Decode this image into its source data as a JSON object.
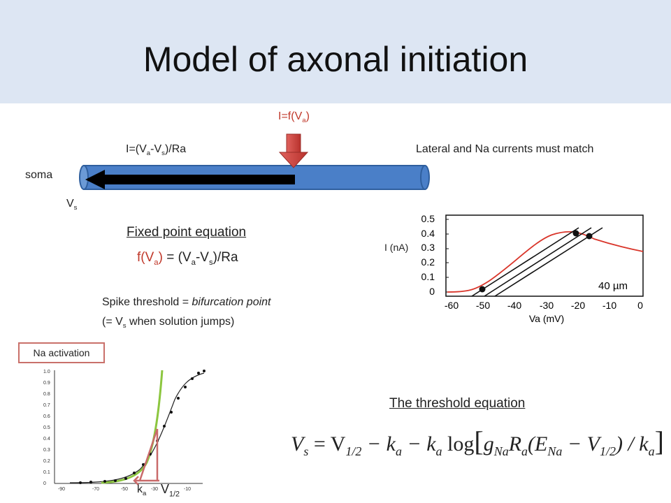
{
  "slide": {
    "title": "Model of axonal initiation"
  },
  "axon_diagram": {
    "na_current_label": "I=f(V",
    "na_current_sub": "a",
    "na_current_end": ")",
    "lateral_current_label_1": "I=(V",
    "lateral_current_sub_1": "a",
    "lateral_current_label_2": "-V",
    "lateral_current_sub_2": "s",
    "lateral_current_label_3": ")/Ra",
    "soma_label": "soma",
    "vs_label": "V",
    "vs_sub": "s",
    "match_text": "Lateral and Na currents must match"
  },
  "fixed_point": {
    "heading": "Fixed point equation",
    "eq_1": "f(V",
    "eq_sub_1": "a",
    "eq_2": ")",
    "eq_3": " = (V",
    "eq_sub_2": "a",
    "eq_4": "-V",
    "eq_sub_3": "s",
    "eq_5": ")/Ra"
  },
  "spike_threshold": {
    "line1_a": "Spike threshold = ",
    "line1_b": "bifurcation point",
    "line2_a": "(= V",
    "line2_sub": "s",
    "line2_b": " when solution jumps)"
  },
  "iv_plot": {
    "ylabel": "I (nA)",
    "xlabel": "Va (mV)",
    "annotation": "40 µm",
    "yticks": [
      "0.5",
      "0.4",
      "0.3",
      "0.2",
      "0.1",
      "0"
    ],
    "xticks": [
      "-60",
      "-50",
      "-40",
      "-30",
      "-20",
      "-10",
      "0"
    ],
    "colors": {
      "curve": "#d9352a",
      "lines": "#111111"
    }
  },
  "na_activation": {
    "box_label": "Na activation",
    "yticks": [
      "1.0",
      "0.9",
      "0.8",
      "0.7",
      "0.6",
      "0.5",
      "0.4",
      "0.3",
      "0.2",
      "0.1",
      "0"
    ],
    "xticks": [
      "-90",
      "-70",
      "-50",
      "-30",
      "-10"
    ],
    "ka_label": "k",
    "ka_sub": "a",
    "vhalf_label": "V",
    "vhalf_sub": "1/2",
    "colors": {
      "fit": "#8cc63f",
      "marker": "#c96a6a"
    }
  },
  "threshold_equation": {
    "heading": "The threshold equation",
    "lhs": "V",
    "lhs_sub": "s",
    "rhs_1": " = V",
    "rhs_sub_1": "1/2",
    "rhs_2": " − k",
    "rhs_sub_2": "a",
    "rhs_3": " − k",
    "rhs_sub_3": "a",
    "rhs_4": " log",
    "rhs_5": "g",
    "rhs_sub_5": "Na",
    "rhs_6": "R",
    "rhs_sub_6": "a",
    "rhs_7": "(E",
    "rhs_sub_7": "Na",
    "rhs_8": " − V",
    "rhs_sub_8": "1/2",
    "rhs_9": ") / k",
    "rhs_sub_9": "a"
  }
}
